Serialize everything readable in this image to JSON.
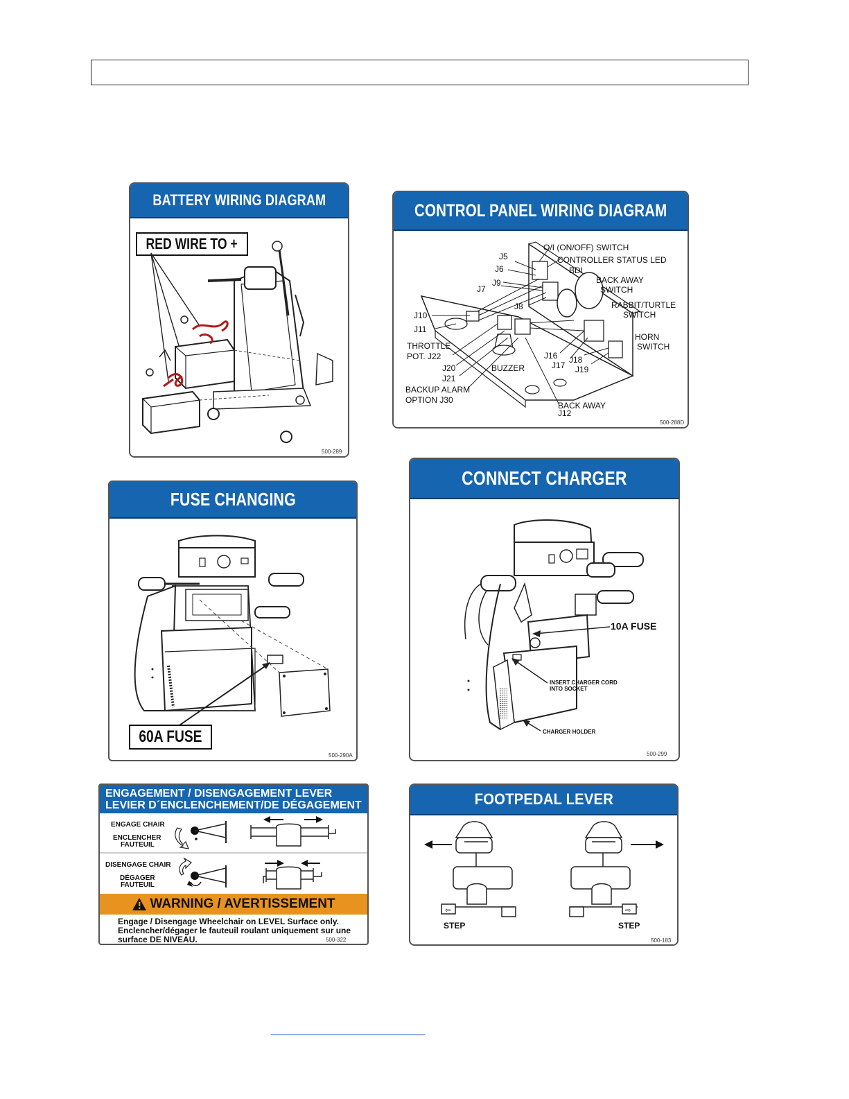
{
  "page": {
    "header_text": "",
    "link_text": ""
  },
  "battery": {
    "title": "BATTERY WIRING DIAGRAM",
    "callout": "RED WIRE TO +",
    "code": "500-289"
  },
  "control_panel": {
    "title": "CONTROL PANEL WIRING DIAGRAM",
    "code": "500-288D",
    "labels": {
      "onoff": "O/I (ON/OFF) SWITCH",
      "status_led": "CONTROLLER STATUS LED",
      "bdi": "BDI",
      "back_away_switch_1": "BACK AWAY",
      "back_away_switch_2": "SWITCH",
      "rabbit_1": "RABBIT/TURTLE",
      "rabbit_2": "SWITCH",
      "horn_1": "HORN",
      "horn_2": "SWITCH",
      "j5": "J5",
      "j6": "J6",
      "j7": "J7",
      "j8": "J8",
      "j9": "J9",
      "j10": "J10",
      "j11": "J11",
      "throttle_1": "THROTTLE",
      "throttle_2": "POT.   J22",
      "j20": "J20",
      "j21": "J21",
      "buzzer": "BUZZER",
      "backup_1": "BACKUP ALARM",
      "backup_2": "OPTION J30",
      "j16": "J16",
      "j17": "J17",
      "j18": "J18",
      "j19": "J19",
      "backaway_1": "BACK AWAY",
      "backaway_2": "J12"
    }
  },
  "fuse": {
    "title": "FUSE CHANGING",
    "callout": "60A FUSE",
    "code": "500-290A"
  },
  "charger": {
    "title": "CONNECT CHARGER",
    "fuse_label": "10A FUSE",
    "insert_1": "INSERT CHARGER CORD",
    "insert_2": "INTO SOCKET",
    "holder": "CHARGER HOLDER",
    "code": "500-299"
  },
  "engagement": {
    "title_1": "ENGAGEMENT / DISENGAGEMENT  LEVER",
    "title_2": "LEVIER D´ENCLENCHEMENT/DE DÉGAGEMENT",
    "engage_1": "ENGAGE CHAIR",
    "engage_2": "ENCLENCHER",
    "engage_3": "FAUTEUIL",
    "disengage_1": "DISENGAGE CHAIR",
    "disengage_2": "DÉGAGER",
    "disengage_3": "FAUTEUIL",
    "warning": "WARNING / AVERTISSEMENT",
    "warn_1": "Engage / Disengage Wheelchair on LEVEL Surface only.",
    "warn_2": "Enclencher/dégager le fauteuil roulant uniquement sur une",
    "warn_3": "surface DE NIVEAU.",
    "code": "500-322",
    "warning_color": "#e8921f"
  },
  "footpedal": {
    "title": "FOOTPEDAL LEVER",
    "step_left": "STEP",
    "step_right": "STEP",
    "code": "500-183"
  },
  "colors": {
    "header_blue": "#1565b0",
    "wire_red": "#b01818"
  }
}
